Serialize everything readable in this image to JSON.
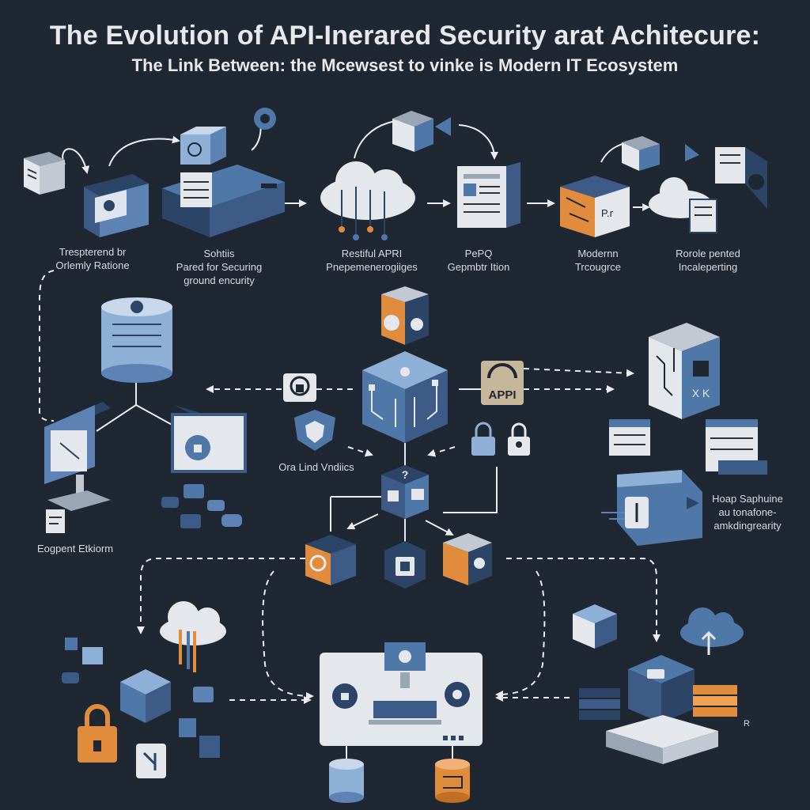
{
  "header": {
    "title": "The Evolution of API-Inerared Security arat Achitecure:",
    "subtitle": "The Link Between: the Mcewsest to vinke is Modern IT Ecosystem"
  },
  "labels": {
    "top_1": [
      "Trespterend br",
      "Orlemly Ratione"
    ],
    "top_2": [
      "Sohtiis",
      "Pared for Securing",
      "ground encurity"
    ],
    "top_3": [
      "Restiful APRI",
      "Pnepemenerogiiges"
    ],
    "top_4": [
      "PePQ",
      "Gepmbtr Ition"
    ],
    "top_5": [
      "Modernn",
      "Trcougrce"
    ],
    "top_6": [
      "Rorole pented",
      "Incaleperting"
    ],
    "center_left": "Ora Lind Vndiics",
    "left_bottom": "Eogpent Etkiorm",
    "right_mid": [
      "Hoap Saphuine",
      "au tonafone-",
      "amkdingrearity"
    ],
    "api_badge": "APPI",
    "cube_text": "X K",
    "pod_text": "P.r",
    "mini_text": "R"
  },
  "colors": {
    "background": "#1f2733",
    "blue": "#4f78a8",
    "blue_light": "#8fb0d6",
    "navy": "#2c4466",
    "orange": "#e08c3c",
    "grey": "#e4e7ec",
    "line": "#e9ecf0"
  },
  "icons": [
    "document-icon",
    "server-icon",
    "cloud-icon",
    "database-icon",
    "lock-icon",
    "shield-icon",
    "cube-icon",
    "laptop-icon",
    "monitor-icon",
    "gear-icon",
    "question-icon",
    "api-icon"
  ]
}
